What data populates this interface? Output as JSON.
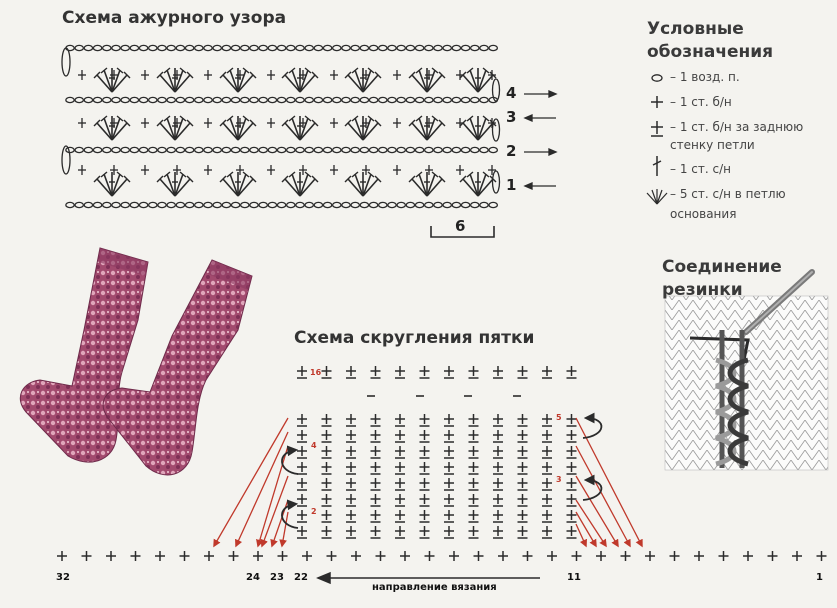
{
  "lace": {
    "title": "Схема ажурного узора",
    "rows": [
      "4",
      "3",
      "2",
      "1"
    ],
    "repeat": "6"
  },
  "legend": {
    "title_line1": "Условные",
    "title_line2": "обозначения",
    "items": [
      {
        "icon": "chain-stitch-icon",
        "text": "– 1 возд. п."
      },
      {
        "icon": "single-crochet-icon",
        "text": "– 1 ст. б/н"
      },
      {
        "icon": "single-crochet-back-loop-icon",
        "text": "– 1 ст. б/н за заднюю",
        "text2": "стенку петли"
      },
      {
        "icon": "double-crochet-icon",
        "text": "– 1 ст. с/н"
      },
      {
        "icon": "shell-icon",
        "text": "– 5 ст. с/н в петлю",
        "text2": "основания"
      }
    ]
  },
  "rib": {
    "title_line1": "Соединение",
    "title_line2": "резинки"
  },
  "heel": {
    "title": "Схема скругления пятки",
    "row_labels": {
      "r16": "16",
      "r5": "5",
      "r4": "4",
      "r3": "3",
      "r2": "2"
    },
    "axis_labels": {
      "n32": "32",
      "n24": "24",
      "n23": "23",
      "n22": "22",
      "n11": "11",
      "n1": "1"
    },
    "direction": "направление вязания"
  },
  "colors": {
    "ink": "#2b2b2b",
    "arrow_red": "#c0392b",
    "sock_base": "#a24a6e",
    "sock_light": "#e0a6bb",
    "rib_gray": "#8a8a8a",
    "rib_dark": "#3a3a3a"
  }
}
